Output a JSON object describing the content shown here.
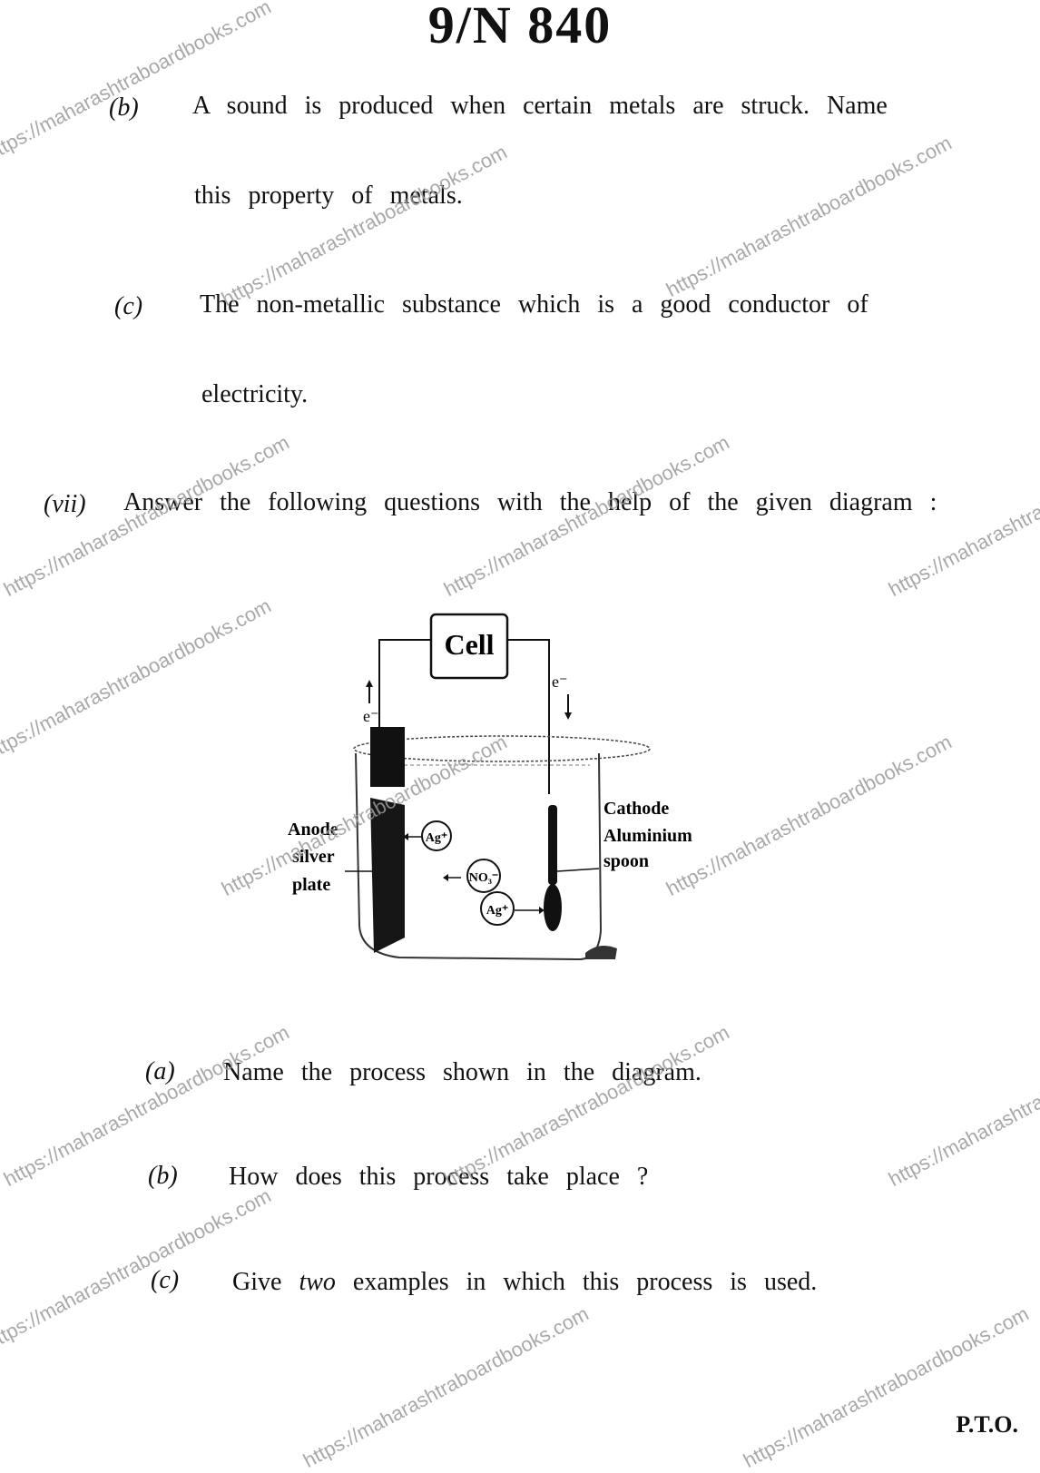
{
  "header": {
    "code": "9/N 840"
  },
  "questions_top": [
    {
      "label": "(b)",
      "line1": "A sound is produced when certain metals are struck. Name",
      "line2": "this property of metals."
    },
    {
      "label": "(c)",
      "line1": "The non-metallic substance which is a good conductor of",
      "line2": "electricity."
    }
  ],
  "question_vii": {
    "label": "(vii)",
    "text": "Answer the following questions with the help of the given diagram :"
  },
  "diagram": {
    "cell_label": "Cell",
    "electron_left": "e⁻",
    "electron_right": "e⁻",
    "anode_label": [
      "Anode",
      "silver",
      "plate"
    ],
    "cathode_label": [
      "Cathode",
      "Aluminium",
      "spoon"
    ],
    "ions": [
      "Ag⁺",
      "NO₃⁻",
      "Ag⁺"
    ]
  },
  "sub_questions": [
    {
      "label": "(a)",
      "text": "Name the process shown in the diagram."
    },
    {
      "label": "(b)",
      "text": "How does this process take place ?"
    },
    {
      "label": "(c)",
      "text_before": "Give ",
      "text_italic": "two",
      "text_after": " examples in which this process is used."
    }
  ],
  "footer": {
    "pto": "P.T.O."
  },
  "watermark": {
    "text": "https://maharashtraboardbooks.com"
  }
}
